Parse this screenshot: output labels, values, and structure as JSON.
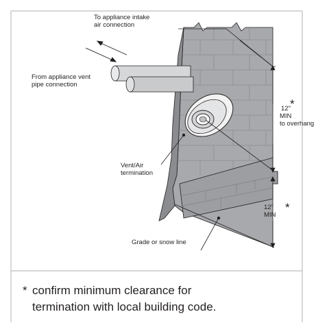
{
  "labels": {
    "intake": [
      "To appliance intake",
      "air connection"
    ],
    "vent": [
      "From appliance vent",
      "pipe connection"
    ],
    "clearance_top": [
      "12\"",
      "MIN",
      "to overhang"
    ],
    "termination": [
      "Vent/Air",
      "termination"
    ],
    "clearance_bottom": [
      "12\"",
      "MIN"
    ],
    "grade": "Grade or snow line"
  },
  "asterisk": "*",
  "footnote": {
    "marker": "*",
    "line1": "confirm minimum clearance for",
    "line2": "termination with local building code."
  },
  "colors": {
    "frame": "#bdbdbd",
    "wall": "#a7a9ac",
    "wall_dark": "#8a8c8f",
    "pipe": "#d6d7d9",
    "ink": "#231f20"
  }
}
